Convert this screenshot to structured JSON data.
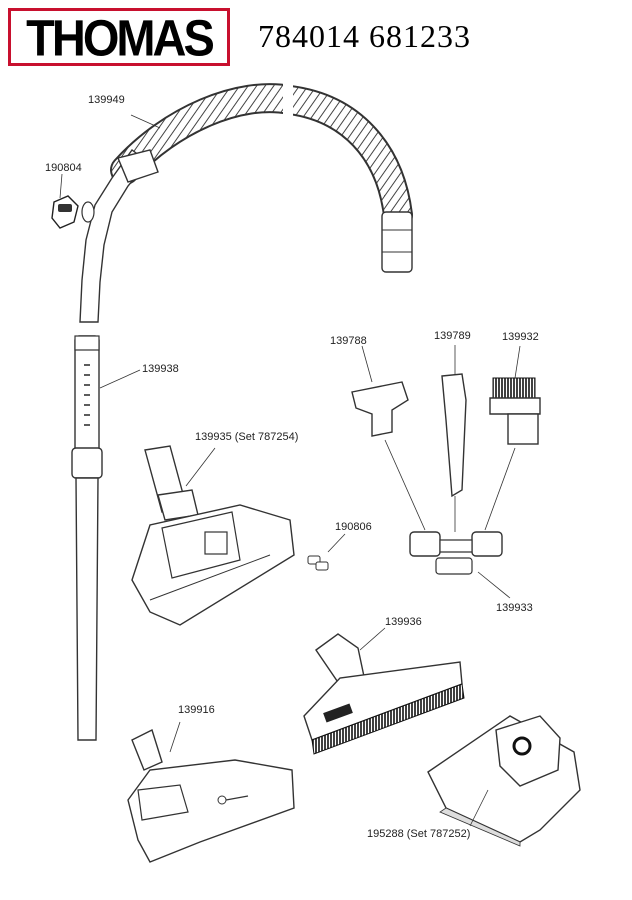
{
  "header": {
    "brand": "THOMAS",
    "model_numbers": "784014 681233",
    "brand_color": "#c8102e"
  },
  "parts": [
    {
      "id": "hose",
      "label": "139949"
    },
    {
      "id": "handle-clip",
      "label": "190804"
    },
    {
      "id": "telescopic-tube",
      "label": "139938"
    },
    {
      "id": "upholstery-nozzle",
      "label": "139788"
    },
    {
      "id": "crevice-nozzle",
      "label": "139789"
    },
    {
      "id": "brush-nozzle",
      "label": "139932"
    },
    {
      "id": "floor-nozzle",
      "label": "139935 (Set 787254)"
    },
    {
      "id": "wheels",
      "label": "190806"
    },
    {
      "id": "accessory-holder",
      "label": "139933"
    },
    {
      "id": "parquet-nozzle",
      "label": "139936"
    },
    {
      "id": "turbo-brush",
      "label": "139916"
    },
    {
      "id": "dust-bag",
      "label": "195288 (Set 787252)"
    }
  ]
}
